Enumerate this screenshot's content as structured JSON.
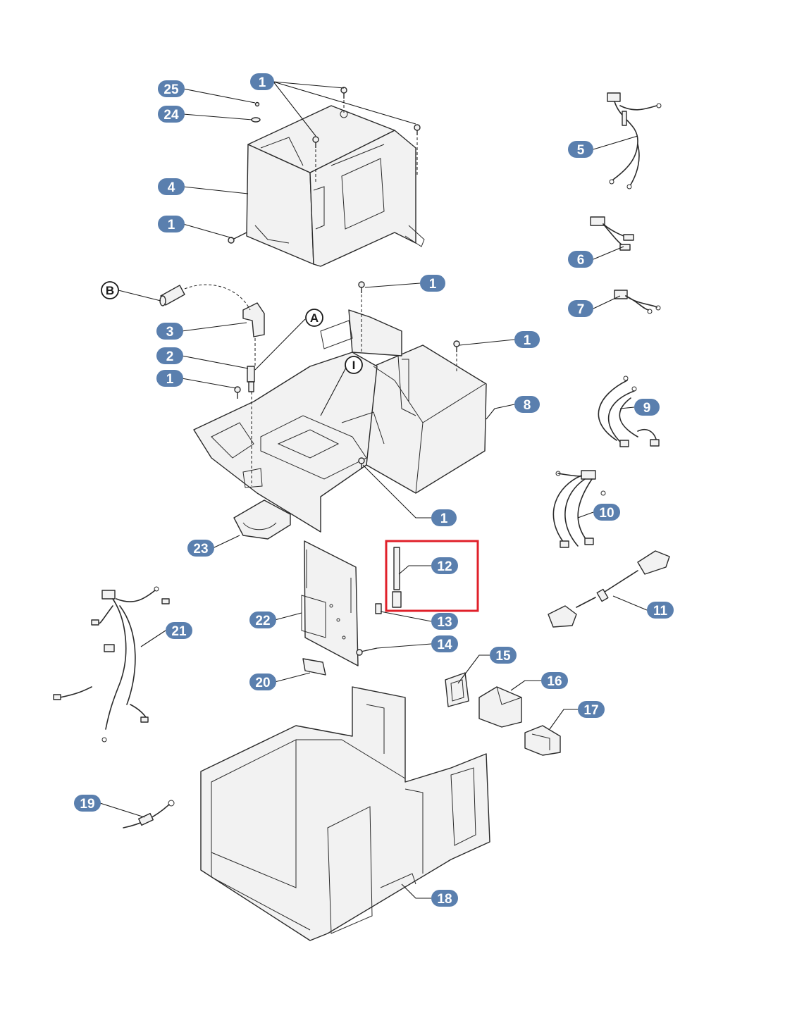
{
  "badge_color": "#5a7fae",
  "highlight_color": "#e0202a",
  "labels": {
    "n1": "1",
    "n2": "2",
    "n3": "3",
    "n4": "4",
    "n5": "5",
    "n6": "6",
    "n7": "7",
    "n8": "8",
    "n9": "9",
    "n10": "10",
    "n11": "11",
    "n12": "12",
    "n13": "13",
    "n14": "14",
    "n15": "15",
    "n16": "16",
    "n17": "17",
    "n18": "18",
    "n19": "19",
    "n20": "20",
    "n21": "21",
    "n22": "22",
    "n23": "23",
    "n24": "24",
    "n25": "25"
  },
  "callouts": {
    "A": "A",
    "B": "B",
    "I": "I"
  },
  "highlighted_part": "12"
}
